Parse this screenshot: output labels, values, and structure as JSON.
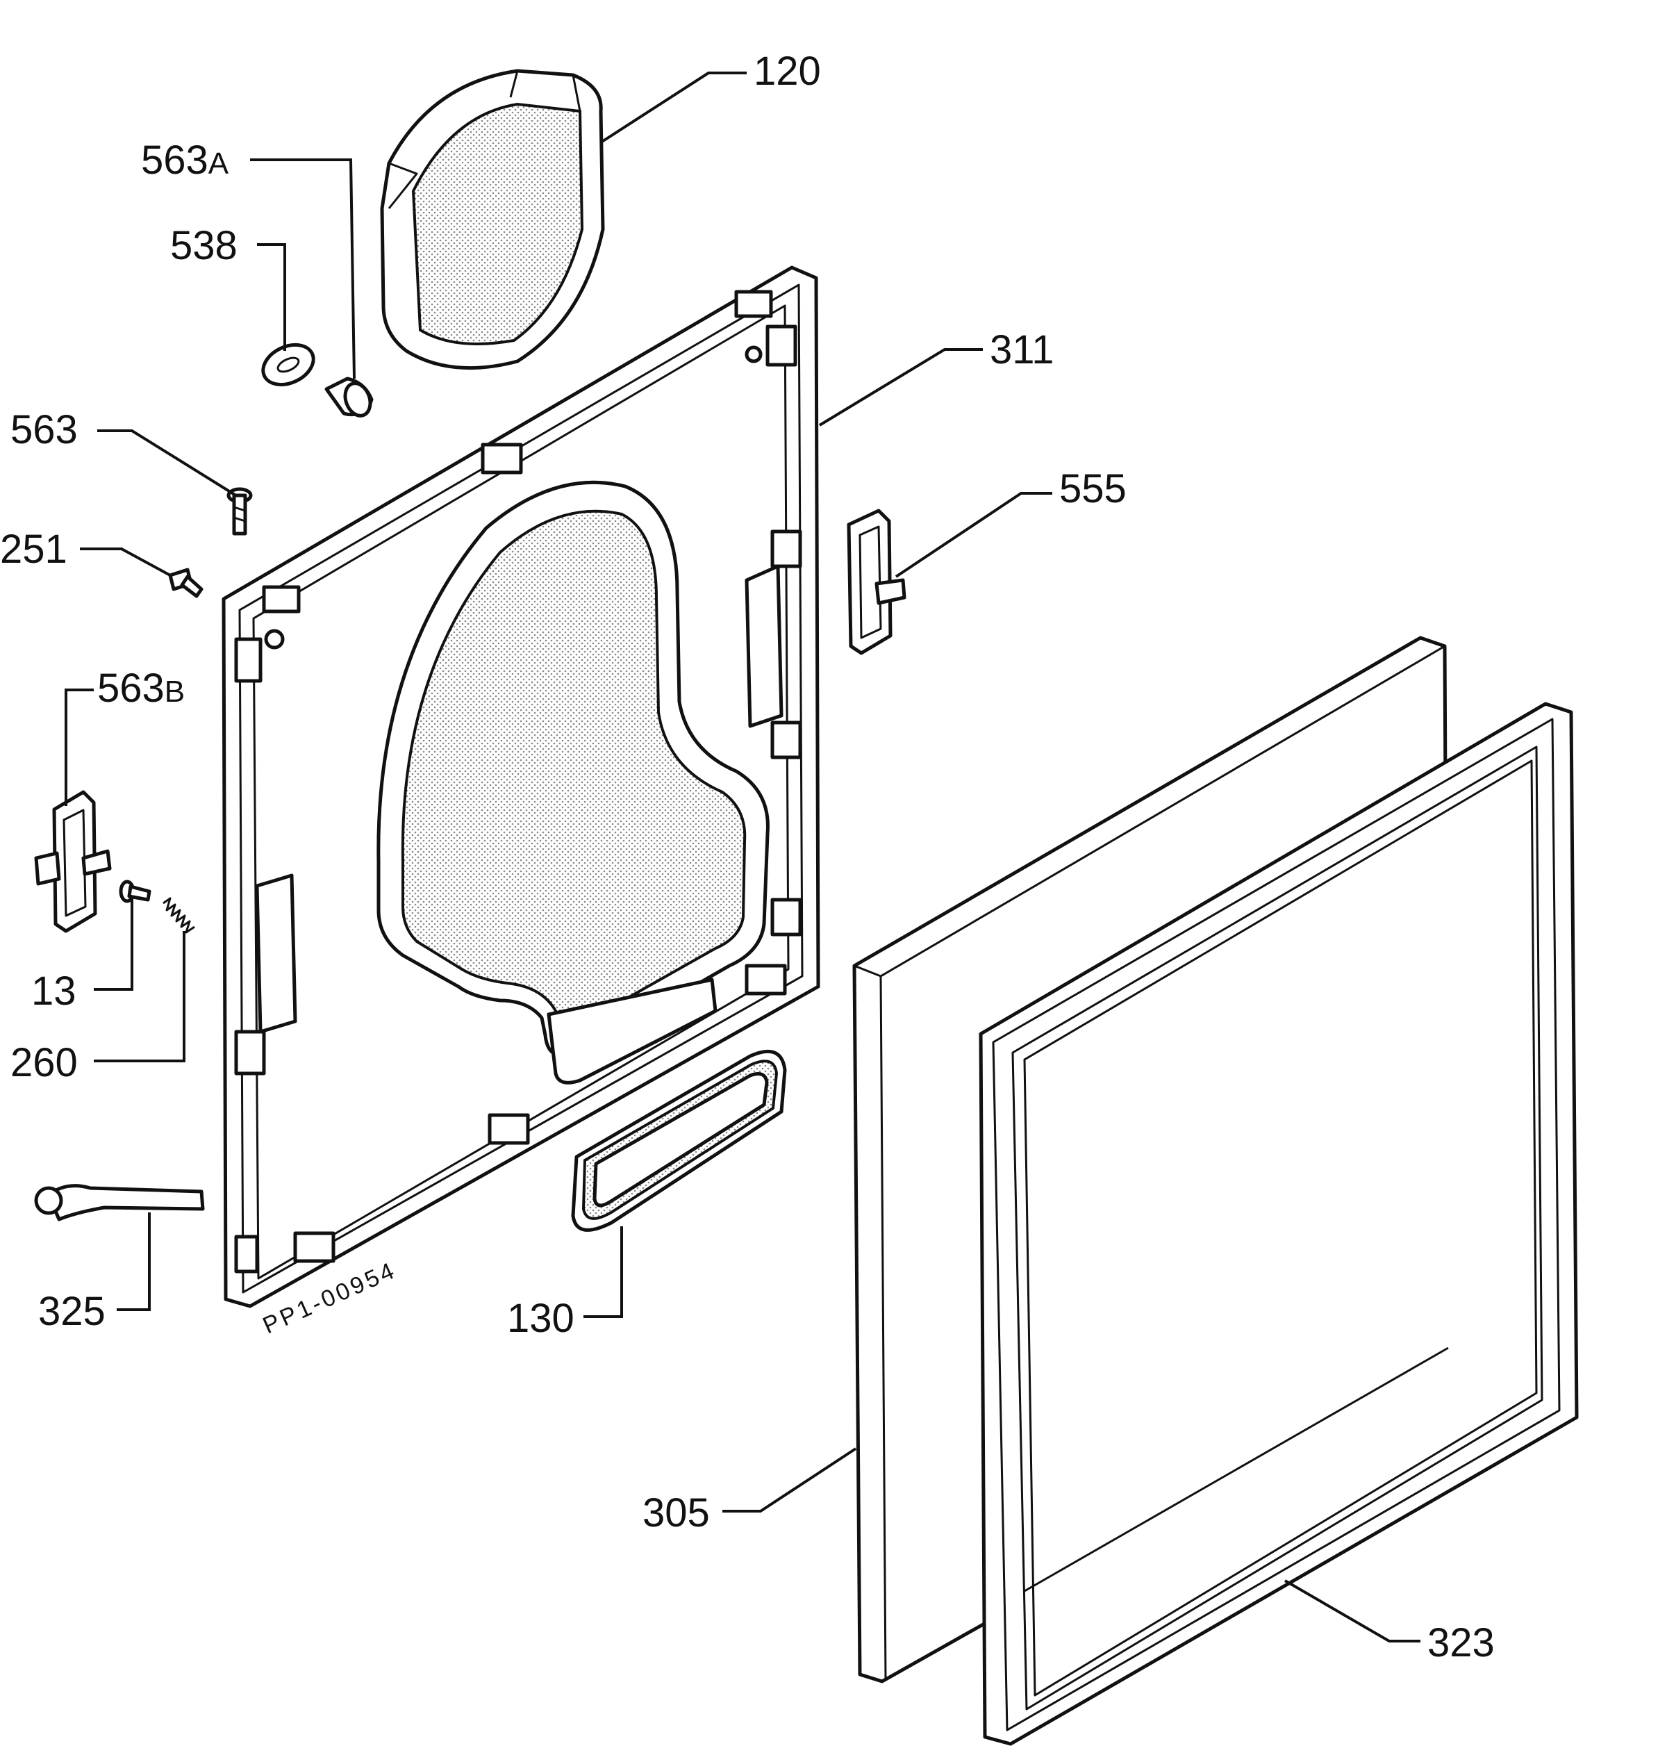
{
  "drawing_code": "PP1-00954",
  "callouts": {
    "c120": {
      "number": "120"
    },
    "c563a": {
      "number": "563",
      "suffix": "A"
    },
    "c538": {
      "number": "538"
    },
    "c311": {
      "number": "311"
    },
    "c563": {
      "number": "563"
    },
    "c555": {
      "number": "555"
    },
    "c251": {
      "number": "251"
    },
    "c563b": {
      "number": "563",
      "suffix": "B"
    },
    "c13": {
      "number": "13"
    },
    "c260": {
      "number": "260"
    },
    "c325": {
      "number": "325"
    },
    "c130": {
      "number": "130"
    },
    "c305": {
      "number": "305"
    },
    "c323": {
      "number": "323"
    }
  }
}
